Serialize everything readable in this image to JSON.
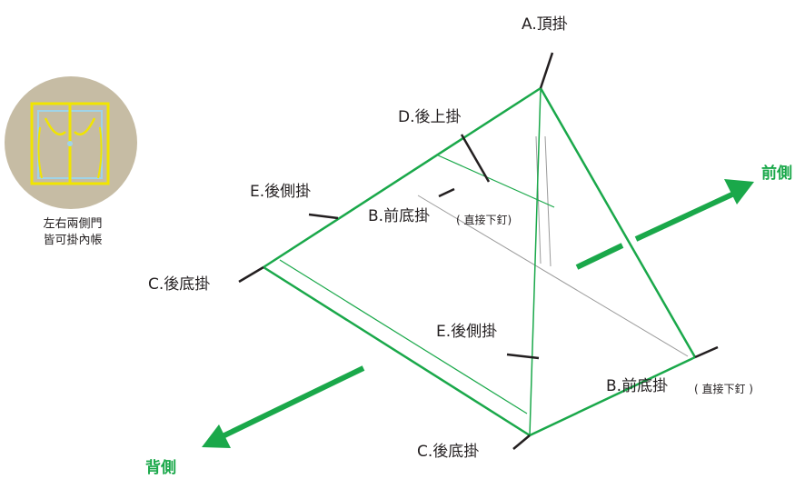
{
  "labels": {
    "top": "A.頂掛",
    "back_upper": "D.後上掛",
    "back_side_left": "E.後側掛",
    "front_bottom_inner": "B.前底掛",
    "front_bottom_inner_note": "( 直接下釘)",
    "back_bottom_left": "C.後底掛",
    "back_side_center": "E.後側掛",
    "front_bottom_right": "B.前底掛",
    "front_bottom_right_note": "( 直接下釘 )",
    "back_bottom_center": "C.後底掛"
  },
  "directions": {
    "front": "前側",
    "back": "背側"
  },
  "note": {
    "line1": "左右兩側門",
    "line2": "皆可掛內帳"
  },
  "colors": {
    "green": "#1aa84a",
    "dark_green": "#0e9d47",
    "gray": "#9b9b9b",
    "text": "#231f20",
    "circle": "#c6bca4",
    "door_yellow": "#f1e500",
    "door_blue": "#9fd4e8"
  }
}
